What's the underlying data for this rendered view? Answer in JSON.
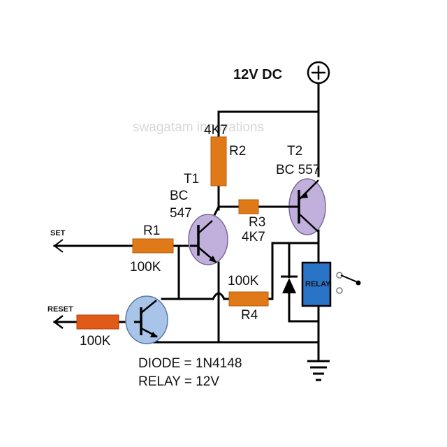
{
  "watermark": "swagatam innovations",
  "supply": {
    "label": "12V DC"
  },
  "labels": {
    "r2_value": "4K7",
    "r2_name": "R2",
    "t2_name": "T2",
    "t2_part": "BC 557",
    "t1_name": "T1",
    "t1_part_1": "BC",
    "t1_part_2": "547",
    "r3_name": "R3",
    "r3_value": "4K7",
    "r1_name": "R1",
    "r1_value": "100K",
    "r4_value": "100K",
    "r4_name": "R4",
    "reset_r_value": "100K"
  },
  "inputs": {
    "set": "SET",
    "reset": "RESET"
  },
  "relay": {
    "box_label": "RELAY"
  },
  "notes": {
    "diode": "DIODE = 1N4148",
    "relay": "RELAY = 12V"
  },
  "colors": {
    "resistor": "#e07a18",
    "transistor_npn_pnp": "#c2b0dc",
    "transistor_reset": "#a8c4e8",
    "relay": "#2a74c8"
  }
}
